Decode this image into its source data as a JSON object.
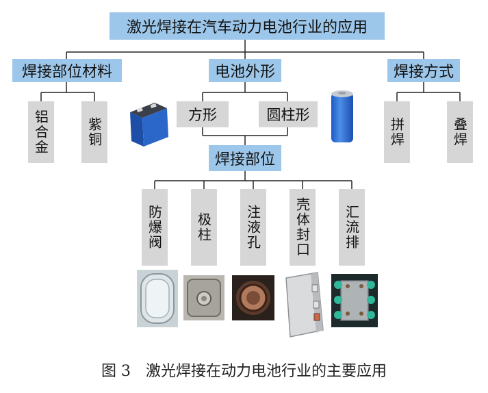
{
  "root": "激光焊接在汽车动力电池行业的应用",
  "materials": {
    "label": "焊接部位材料",
    "items": [
      "铝合金",
      "紫铜"
    ]
  },
  "shape": {
    "label": "电池外形",
    "items": [
      "方形",
      "圆柱形"
    ]
  },
  "method": {
    "label": "焊接方式",
    "items": [
      "拼焊",
      "叠焊"
    ]
  },
  "position": {
    "label": "焊接部位",
    "items": [
      "防爆阀",
      "极柱",
      "注液孔",
      "壳体封口",
      "汇流排"
    ]
  },
  "caption": "图 3　激光焊接在动力电池行业的主要应用",
  "colors": {
    "box_blue": "#9dc7ea",
    "box_gray": "#d6d6d6",
    "line": "#222222"
  }
}
